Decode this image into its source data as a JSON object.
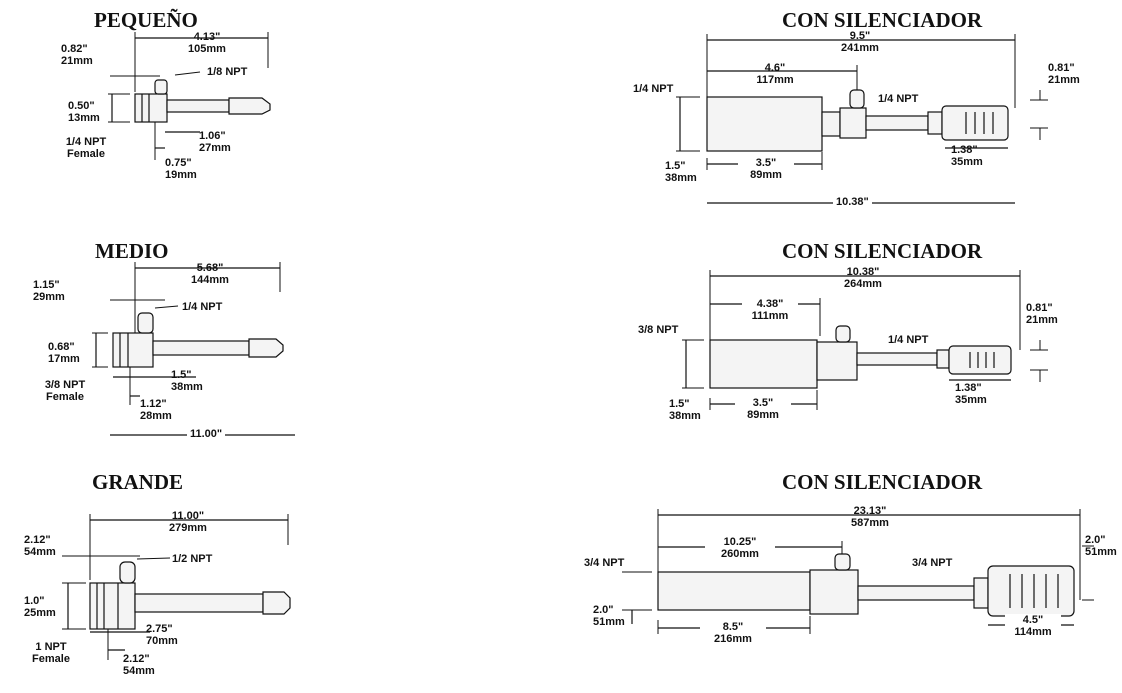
{
  "diagrams": {
    "pequeno": {
      "title": "PEQUEÑO",
      "overall": [
        "4.13\"",
        "105mm"
      ],
      "height_offset": [
        "0.82\"",
        "21mm"
      ],
      "top_port": "1/8 NPT",
      "body_height": [
        "0.50\"",
        "13mm"
      ],
      "bottom_port": [
        "1/4 NPT",
        "Female"
      ],
      "body_length": [
        "1.06\"",
        "27mm"
      ],
      "port_offset": [
        "0.75\"",
        "19mm"
      ]
    },
    "medio": {
      "title": "MEDIO",
      "overall": [
        "5.68\"",
        "144mm"
      ],
      "height_offset": [
        "1.15\"",
        "29mm"
      ],
      "top_port": "1/4 NPT",
      "body_height": [
        "0.68\"",
        "17mm"
      ],
      "bottom_port": [
        "3/8 NPT",
        "Female"
      ],
      "body_length": [
        "1.5\"",
        "38mm"
      ],
      "port_offset": [
        "1.12\"",
        "28mm"
      ],
      "total": "11.00\""
    },
    "grande": {
      "title": "GRANDE",
      "overall": [
        "11.00\"",
        "279mm"
      ],
      "height_offset": [
        "2.12\"",
        "54mm"
      ],
      "top_port": "1/2 NPT",
      "body_height": [
        "1.0\"",
        "25mm"
      ],
      "bottom_port": [
        "1 NPT",
        "Female"
      ],
      "body_length": [
        "2.75\"",
        "70mm"
      ],
      "port_offset": [
        "2.12\"",
        "54mm"
      ]
    },
    "silencer_small": {
      "title": "CON SILENCIADOR",
      "overall": [
        "9.5\"",
        "241mm"
      ],
      "to_port": [
        "4.6\"",
        "117mm"
      ],
      "inlet": "1/4 NPT",
      "outlet": "1/4 NPT",
      "outlet_height": [
        "0.81\"",
        "21mm"
      ],
      "body_height": [
        "1.5\"",
        "38mm"
      ],
      "body_length": [
        "3.5\"",
        "89mm"
      ],
      "silencer_length": [
        "1.38\"",
        "35mm"
      ],
      "total": "10.38\""
    },
    "silencer_medium": {
      "title": "CON SILENCIADOR",
      "overall": [
        "10.38\"",
        "264mm"
      ],
      "to_port": [
        "4.38\"",
        "111mm"
      ],
      "inlet": "3/8 NPT",
      "outlet": "1/4 NPT",
      "outlet_height": [
        "0.81\"",
        "21mm"
      ],
      "body_height": [
        "1.5\"",
        "38mm"
      ],
      "body_length": [
        "3.5\"",
        "89mm"
      ],
      "silencer_length": [
        "1.38\"",
        "35mm"
      ]
    },
    "silencer_large": {
      "title": "CON SILENCIADOR",
      "overall": [
        "23.13\"",
        "587mm"
      ],
      "to_port": [
        "10.25\"",
        "260mm"
      ],
      "inlet": "3/4 NPT",
      "outlet": "3/4 NPT",
      "outlet_height": [
        "2.0\"",
        "51mm"
      ],
      "body_height": [
        "2.0\"",
        "51mm"
      ],
      "body_length": [
        "8.5\"",
        "216mm"
      ],
      "silencer_length": [
        "4.5\"",
        "114mm"
      ]
    }
  }
}
